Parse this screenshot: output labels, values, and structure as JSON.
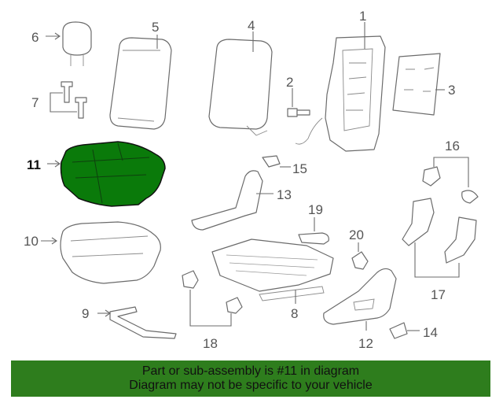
{
  "diagram": {
    "callouts": {
      "c1": "1",
      "c2": "2",
      "c3": "3",
      "c4": "4",
      "c5": "5",
      "c6": "6",
      "c7": "7",
      "c8": "8",
      "c9": "9",
      "c10": "10",
      "c11": "11",
      "c12": "12",
      "c13": "13",
      "c14": "14",
      "c15": "15",
      "c16": "16",
      "c17": "17",
      "c18": "18",
      "c19": "19",
      "c20": "20"
    },
    "highlighted_part": "11",
    "highlight_color": "#0a7a0a",
    "footer_color": "#2e7d1d"
  },
  "footer": {
    "line1": "Part or sub-assembly is #11 in diagram",
    "line2": "Diagram may not be specific to your vehicle"
  }
}
